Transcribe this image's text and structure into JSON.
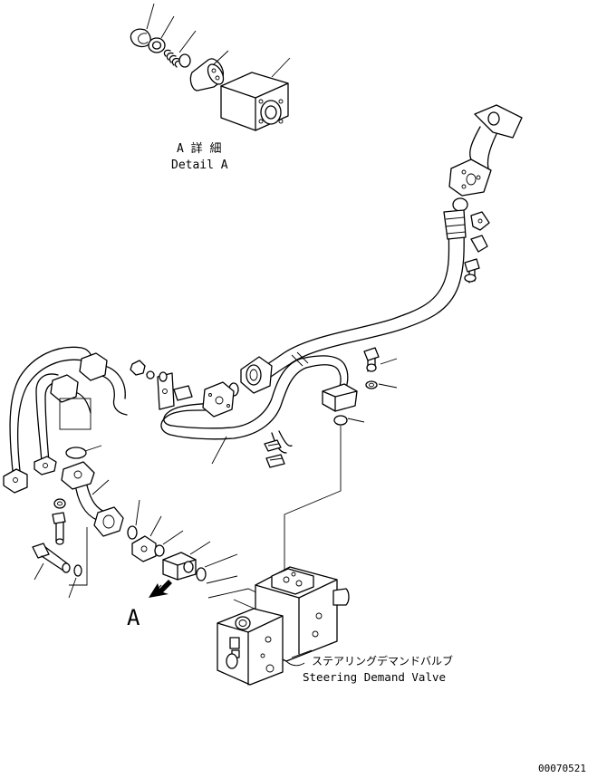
{
  "detail_title": {
    "jp": "A 詳 細",
    "en": "Detail A"
  },
  "view_marker": "A",
  "valve_label": {
    "jp": "ステアリングデマンドバルブ",
    "en": "Steering Demand Valve"
  },
  "drawing_number": "00070521"
}
